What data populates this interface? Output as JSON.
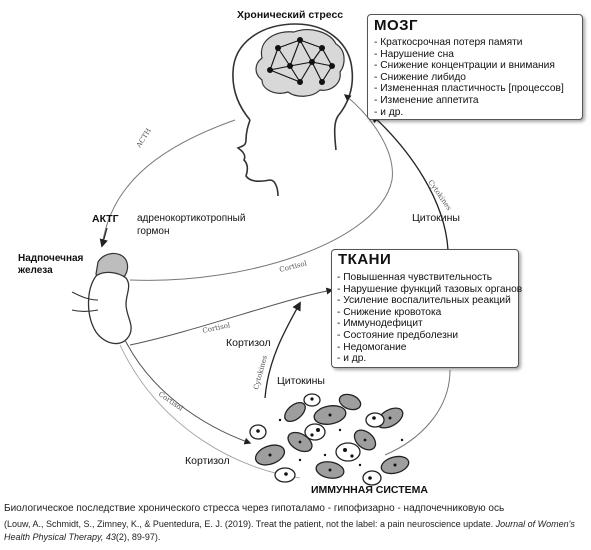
{
  "labels": {
    "chronic_stress": "Хронический стресс",
    "actg": "АКТГ",
    "actg_desc_1": "адренокортикотропный",
    "actg_desc_2": "гормон",
    "adrenal_1": "Надпочечная",
    "adrenal_2": "железа",
    "cytokines_upper": "Цитокины",
    "cytokines_lower": "Цитокины",
    "cortisol_mid": "Кортизол",
    "cortisol_bottom": "Кортизол",
    "immune_system": "ИММУННАЯ СИСТЕМА"
  },
  "curve_labels": {
    "acth": "ACTH",
    "cortisol_upper": "Cortisol",
    "cortisol_mid": "Cortisol",
    "cortisol_lower": "Cortisol",
    "cytokines_upper": "Cytokines",
    "cytokines_lower": "Cytokines"
  },
  "brain_box": {
    "title": "МОЗГ",
    "items": [
      "Краткосрочная потеря памяти",
      "Нарушение сна",
      "Снижение концентрации и внимания",
      "Снижение либидо",
      "Измененная пластичность [процессов]",
      "Изменение аппетита",
      "и др."
    ]
  },
  "tissue_box": {
    "title": "ТКАНИ",
    "items": [
      "Повышенная чувствительность",
      "Нарушение функций тазовых органов",
      "Усиление воспалительных реакций",
      "Снижение кровотока",
      "Иммунодефицит",
      "Состояние предболезни",
      "Недомогание",
      "и др."
    ]
  },
  "caption": "Биологическое последствие  хронического стресса через  гипоталамо - гипофизарно - надпочечниковую ось",
  "reference": {
    "authors": "(Louw, A., Schmidt, S., Zimney, K., & Puentedura, E. J. (2019). Treat the patient, not the label: a pain neuroscience update. ",
    "journal": "Journal of Women's Health Physical Therapy, 43",
    "issue": "(2), 89-97)."
  }
}
